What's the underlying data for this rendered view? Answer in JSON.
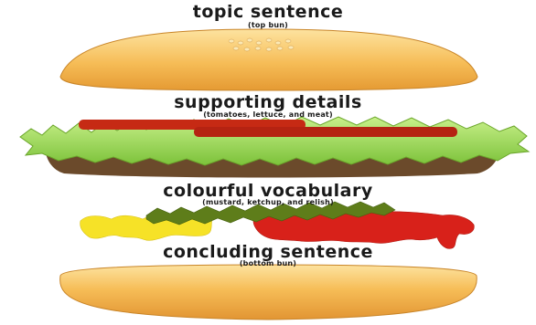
{
  "layers": [
    {
      "id": "top_bun",
      "title": "topic sentence",
      "subtitle": "(top bun)"
    },
    {
      "id": "filling",
      "title": "supporting details",
      "subtitle": "(tomatoes, lettuce, and meat)"
    },
    {
      "id": "condiments",
      "title": "colourful vocabulary",
      "subtitle": "(mustard, ketchup, and relish)"
    },
    {
      "id": "bottom_bun",
      "title": "concluding sentence",
      "subtitle": "(bottom bun)"
    }
  ],
  "colors": {
    "bun": "#f4b34a",
    "bun_light": "#fde3a0",
    "bun_edge": "#c98528",
    "sesame": "#fbe9b5",
    "tomato": "#c62a14",
    "lettuce": "#8ed24a",
    "lettuce_light": "#c8f08a",
    "meat": "#6b4a2b",
    "mustard": "#f6e227",
    "relish": "#5e7d1a",
    "ketchup": "#d8211a",
    "text": "#1a1a1a"
  }
}
